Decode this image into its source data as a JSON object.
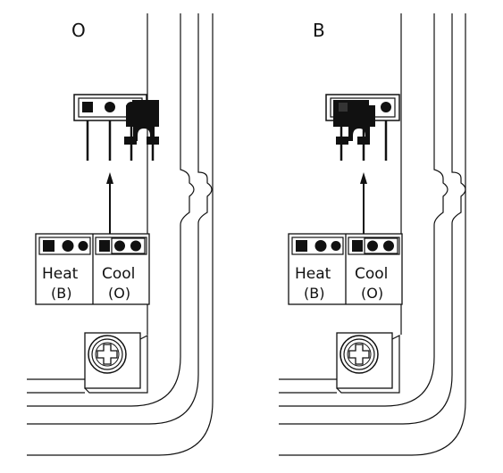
{
  "panels": [
    {
      "id": "O",
      "title": "O",
      "jumper_position": "right",
      "legend": {
        "heat": {
          "label": "Heat",
          "sub": "(B)"
        },
        "cool": {
          "label": "Cool",
          "sub": "(O)"
        }
      }
    },
    {
      "id": "B",
      "title": "B",
      "jumper_position": "left",
      "legend": {
        "heat": {
          "label": "Heat",
          "sub": "(B)"
        },
        "cool": {
          "label": "Cool",
          "sub": "(O)"
        }
      }
    }
  ],
  "colors": {
    "ink": "#111111",
    "background": "#ffffff"
  }
}
